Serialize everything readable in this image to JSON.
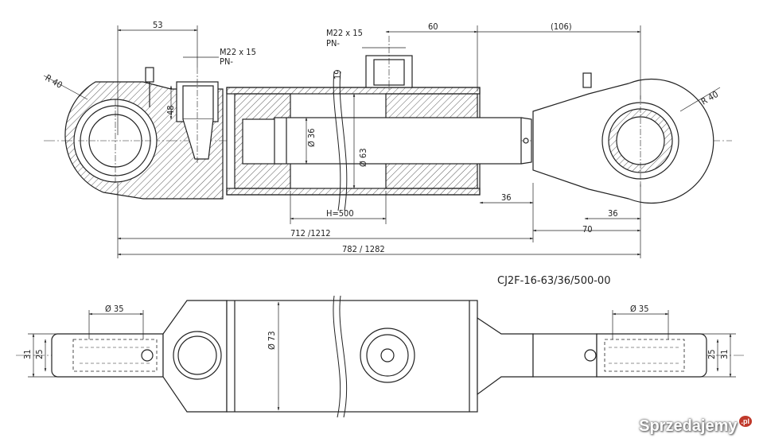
{
  "drawing": {
    "designation": "CJ2F-16-63/36/500-00",
    "dims": {
      "d53": "53",
      "port_left": "M22 x 15",
      "pn_left": "PN-",
      "port_top": "M22 x 15",
      "pn_top": "PN-",
      "d60": "60",
      "d106": "(106)",
      "r40_left": "R 40",
      "r40_right": "R 40",
      "d19": "19",
      "d48": "48",
      "phi36": "Ø 36",
      "phi63": "Ø 63",
      "h500": "H=500",
      "d36a": "36",
      "d36b": "36",
      "d712": "712 /1212",
      "d70": "70",
      "d782": "782  /  1282",
      "phi35_left": "Ø 35",
      "phi35_right": "Ø 35",
      "phi73": "Ø 73",
      "d31_left": "31",
      "d25_left": "25",
      "d25_right": "25",
      "d31_right": "31"
    }
  },
  "watermark": {
    "brand": "Sprzedajemy",
    "tld": ".pl"
  }
}
